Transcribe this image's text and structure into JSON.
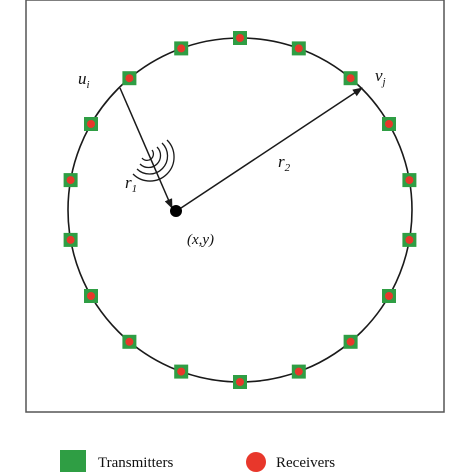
{
  "labels": {
    "transmitter_node": "u",
    "transmitter_sub": "i",
    "receiver_node": "v",
    "receiver_sub": "j",
    "r1_main": "r",
    "r1_sub": "1",
    "r2_main": "r",
    "r2_sub": "2",
    "source": "(x,y)"
  },
  "legend": {
    "transmitters": "Transmitters",
    "receivers": "Receivers"
  },
  "colors": {
    "transmitter": "#2f9e44",
    "receiver": "#e8372b",
    "line": "#1a1a1a",
    "source": "#000000"
  },
  "diagram": {
    "node_count": 18
  }
}
